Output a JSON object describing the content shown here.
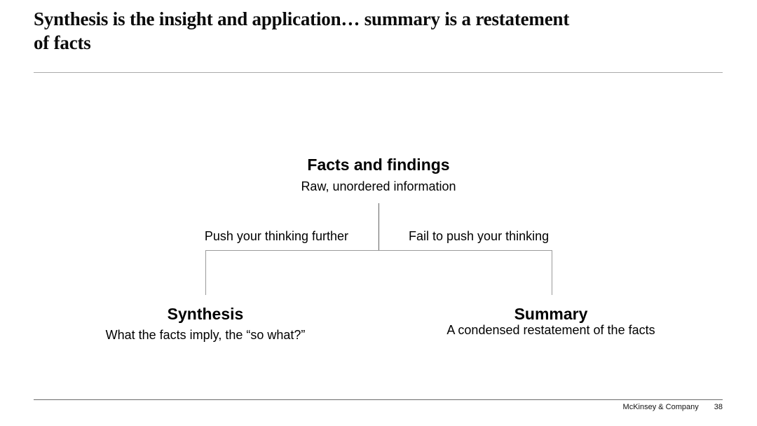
{
  "slide": {
    "title_line1": "Synthesis is the insight and application… summary is a restatement",
    "title_line2": "of facts"
  },
  "diagram": {
    "root": {
      "heading": "Facts and findings",
      "subtitle": "Raw, unordered information"
    },
    "left_branch_label": "Push your thinking further",
    "right_branch_label": "Fail to push your thinking",
    "left_node": {
      "heading": "Synthesis",
      "subtitle": "What the facts imply, the “so what?”"
    },
    "right_node": {
      "heading": "Summary",
      "subtitle": "A condensed restatement of the facts"
    }
  },
  "footer": {
    "brand": "McKinsey & Company",
    "page_number": "38"
  },
  "colors": {
    "background": "#ffffff",
    "text": "#000000",
    "center_line": "#646464",
    "bracket_line": "#9a9a9a",
    "header_rule": "#ababab",
    "footer_rule": "#6b6b6b"
  }
}
